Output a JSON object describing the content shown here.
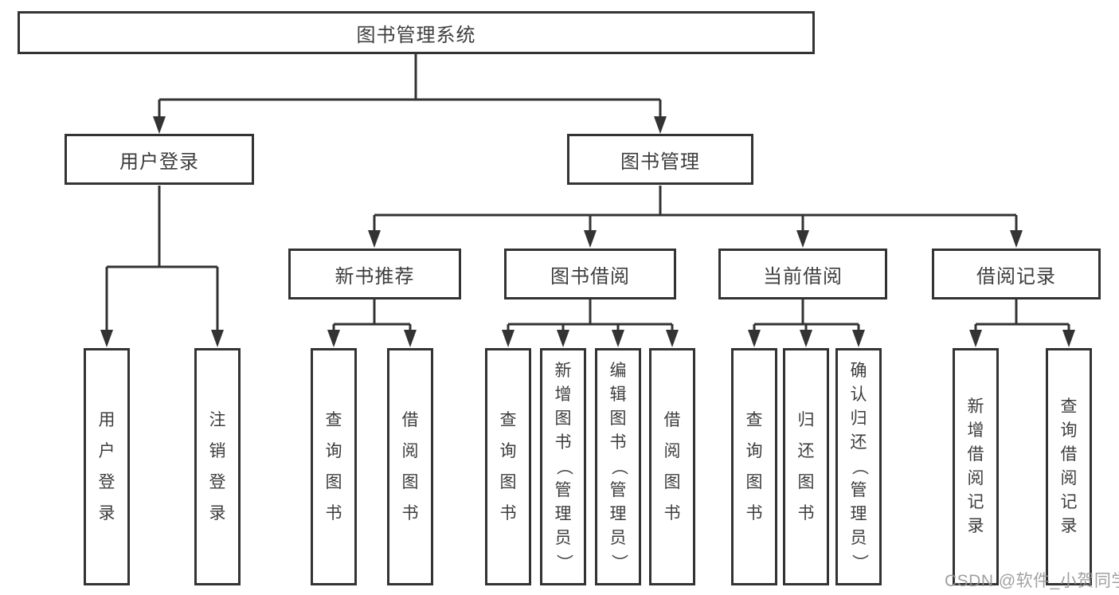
{
  "nodes": {
    "root": "图书管理系统",
    "user_login": "用户登录",
    "book_management": "图书管理",
    "new_book_recommend": "新书推荐",
    "book_borrow": "图书借阅",
    "current_borrow": "当前借阅",
    "borrow_records": "借阅记录",
    "leaves": {
      "user_login": [
        "用户登录",
        "注销登录"
      ],
      "new_book_recommend": [
        "查询图书",
        "借阅图书"
      ],
      "book_borrow": [
        "查询图书",
        "新增图书（管理员）",
        "编辑图书（管理员）",
        "借阅图书"
      ],
      "current_borrow": [
        "查询图书",
        "归还图书",
        "确认归还（管理员）"
      ],
      "borrow_records": [
        "新增借阅记录",
        "查询借阅记录"
      ]
    }
  },
  "watermark": "CSDN @软件_小贺同学",
  "colors": {
    "line": "#333333",
    "text": "#3d3d3d",
    "background": "#ffffff",
    "watermark": "#969696"
  }
}
